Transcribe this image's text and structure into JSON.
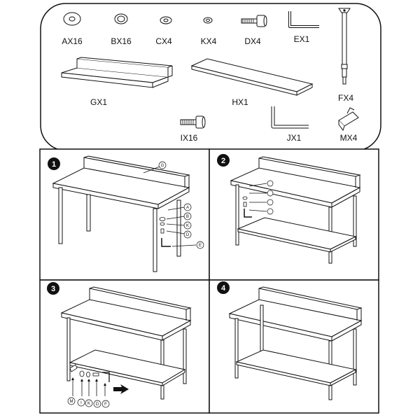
{
  "parts": [
    {
      "code": "AX16",
      "icon": "large-washer-icon"
    },
    {
      "code": "BX16",
      "icon": "washer-icon"
    },
    {
      "code": "CX4",
      "icon": "small-washer-icon"
    },
    {
      "code": "KX4",
      "icon": "tiny-washer-icon"
    },
    {
      "code": "DX4",
      "icon": "bolt-icon"
    },
    {
      "code": "EX1",
      "icon": "allen-key-icon"
    },
    {
      "code": "FX4",
      "icon": "leg-post-icon"
    },
    {
      "code": "GX1",
      "icon": "table-top-backsplash-icon"
    },
    {
      "code": "HX1",
      "icon": "undershelf-icon"
    },
    {
      "code": "IX16",
      "icon": "hex-bolt-icon"
    },
    {
      "code": "JX1",
      "icon": "large-allen-key-icon"
    },
    {
      "code": "MX4",
      "icon": "bracket-icon"
    }
  ],
  "steps": [
    {
      "number": "1"
    },
    {
      "number": "2"
    },
    {
      "number": "3"
    },
    {
      "number": "4"
    }
  ],
  "callouts": {
    "step1": [
      "G",
      "A",
      "B",
      "K",
      "D",
      "E"
    ],
    "step3": [
      "M",
      "I",
      "K",
      "D",
      "F"
    ]
  }
}
